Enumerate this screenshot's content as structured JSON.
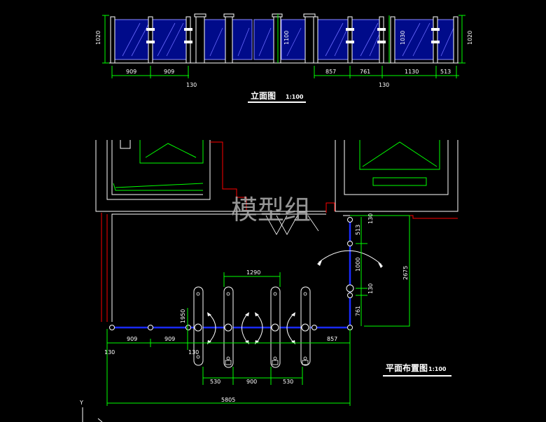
{
  "watermark": "模型组",
  "elevation": {
    "title": "立面图",
    "scale": "1:100",
    "dims": {
      "h1020_left": "1020",
      "h1100": "1100",
      "h1030": "1030",
      "h1020_right": "1020",
      "d909a": "909",
      "d909b": "909",
      "d130_left": "130",
      "d857": "857",
      "d761": "761",
      "d1130": "1130",
      "d513": "513",
      "d130_right": "130"
    }
  },
  "plan": {
    "title": "平面布置图",
    "scale": "1:100",
    "dims": {
      "d1290": "1290",
      "d1950": "1950",
      "d130_a": "130",
      "d909a": "909",
      "d909b": "909",
      "d130_b": "130",
      "d857": "857",
      "d530a": "530",
      "d900": "900",
      "d530b": "530",
      "d5805": "5805",
      "v130_top": "130",
      "v513": "513",
      "v1000": "1000",
      "v130_mid": "130",
      "v761": "761",
      "v2675": "2675"
    }
  },
  "axis": {
    "y_label": "Y"
  },
  "colors": {
    "background": "#000000",
    "glass_panel": "#000b8a",
    "dimension": "#00ff00",
    "wall": "#ffffff",
    "red_line": "#ff0000",
    "railing": "#1a2bff"
  }
}
